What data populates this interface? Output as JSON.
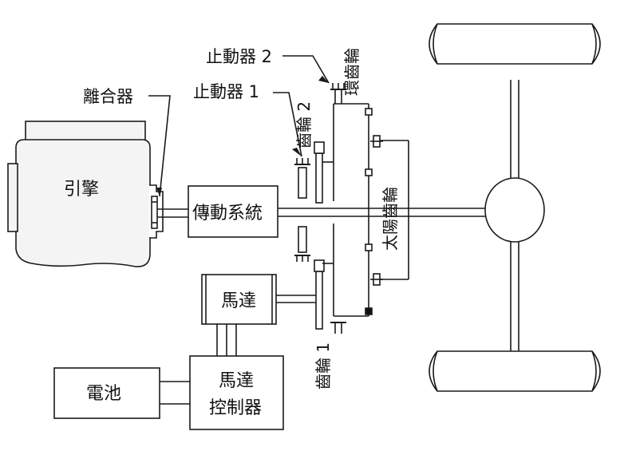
{
  "labels": {
    "engine": "引擎",
    "clutch": "離合器",
    "transmission": "傳動系統",
    "motor": "馬達",
    "battery": "電池",
    "controller_line1": "馬達",
    "controller_line2": "控制器",
    "brake1": "止動器 1",
    "brake2": "止動器 2",
    "gear2": "齒輪 2",
    "gear1": "齒輪 1",
    "ring_gear": "環齒輪",
    "sun_gear": "太陽齒輪"
  },
  "colors": {
    "line": "#1a1a1a",
    "engine_fill": "#f4f4f4",
    "box_fill": "#ffffff",
    "wheel_fill": "#ffffff",
    "diff_fill": "#ffffff",
    "shaft_fill": "#ffffff"
  }
}
